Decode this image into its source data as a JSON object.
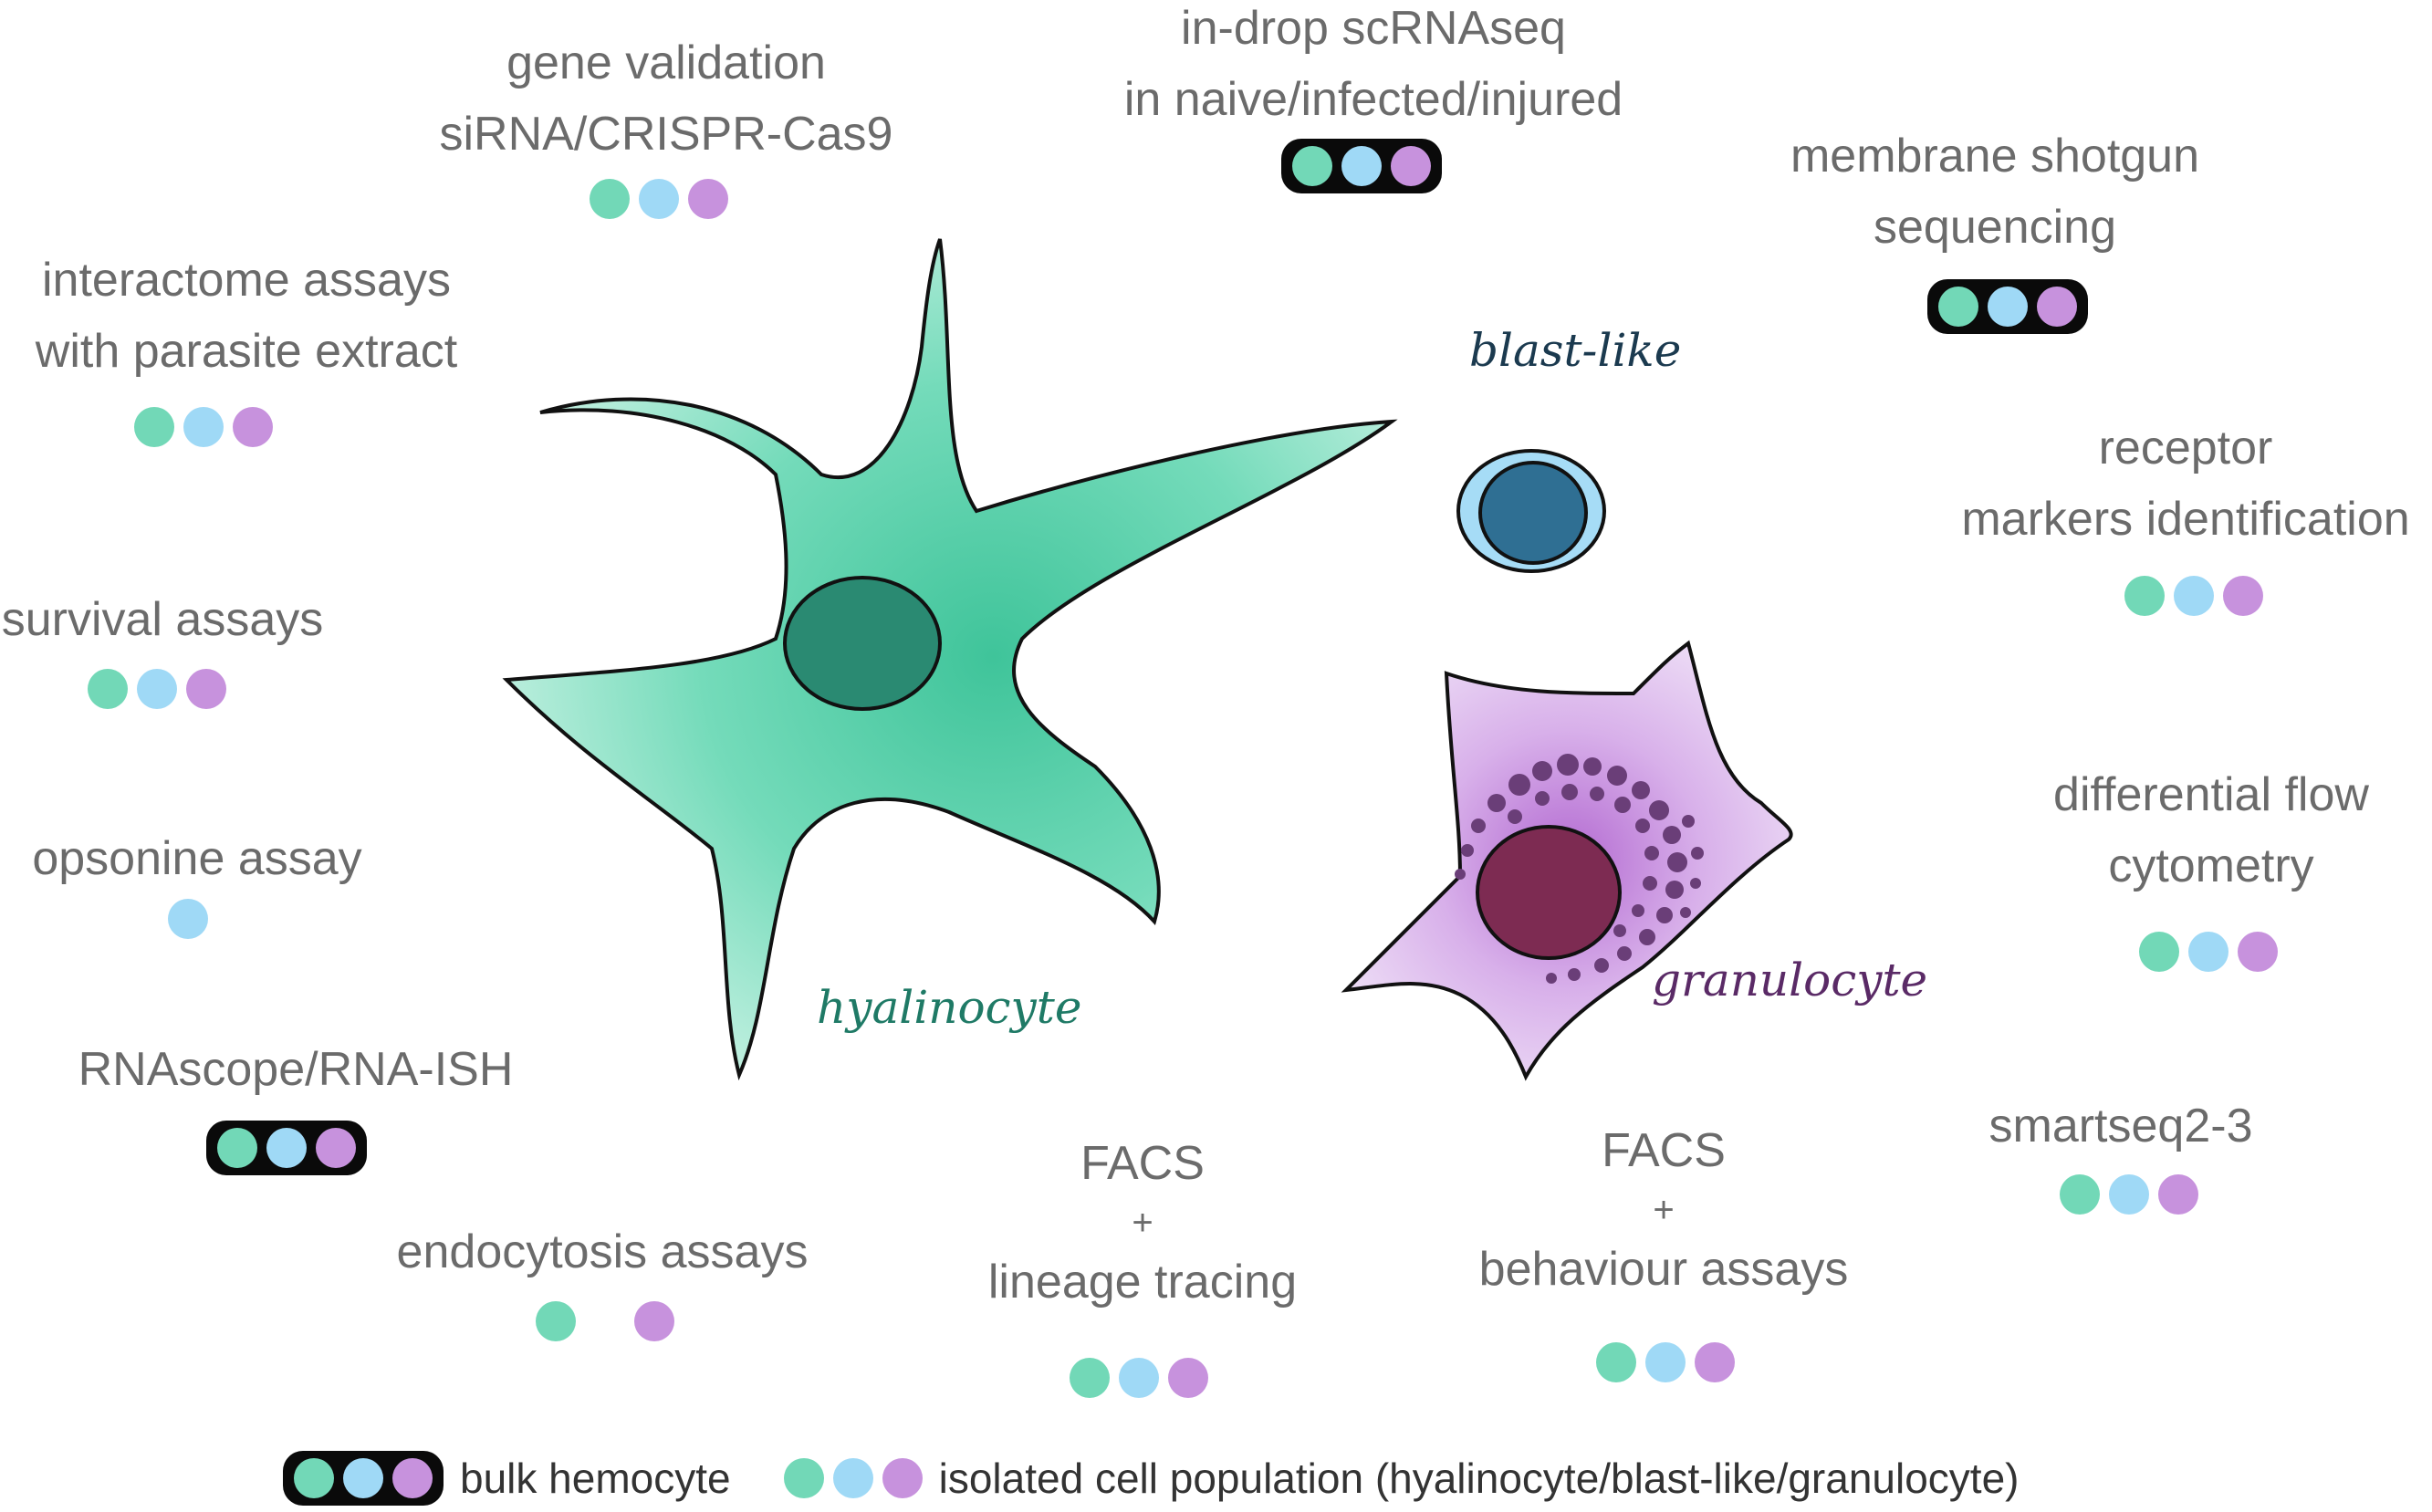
{
  "colors": {
    "hyalinocyte": "#72d8b7",
    "blast_like": "#9fd9f6",
    "granulocyte": "#c792dd",
    "bulk_bg": "#0a0a0a",
    "text": "#6b6b6b",
    "hyalinocyte_label": "#1f7a66",
    "blast_like_label": "#1b3a4f",
    "granulocyte_label": "#5a2a66"
  },
  "cells": {
    "hyalinocyte": "hyalinocyte",
    "blast_like": "blast-like",
    "granulocyte": "granulocyte"
  },
  "methods": {
    "gene_validation": {
      "line1": "gene validation",
      "line2": "siRNA/CRISPR-Cas9",
      "marker": "isolated"
    },
    "indrop": {
      "line1": "in-drop scRNAseq",
      "line2": "in naive/infected/injured",
      "marker": "bulk"
    },
    "membrane": {
      "line1": "membrane shotgun",
      "line2": "sequencing",
      "marker": "bulk"
    },
    "interactome": {
      "line1": "interactome assays",
      "line2": "with parasite extract",
      "marker": "isolated"
    },
    "receptor": {
      "line1": "receptor",
      "line2": "markers identification",
      "marker": "isolated"
    },
    "survival": {
      "line1": "survival assays",
      "marker": "isolated"
    },
    "opsonine": {
      "line1": "opsonine assay",
      "marker": "blast-like only"
    },
    "differential_flow": {
      "line1": "differential flow",
      "line2": "cytometry",
      "marker": "isolated"
    },
    "rnascope": {
      "line1": "RNAscope/RNA-ISH",
      "marker": "bulk"
    },
    "smartseq": {
      "line1": "smartseq2-3",
      "marker": "isolated"
    },
    "endocytosis": {
      "line1": "endocytosis assays",
      "marker": "hyalinocyte + granulocyte"
    },
    "facs_lineage": {
      "line1": "FACS",
      "plus": "+",
      "line2": "lineage tracing",
      "marker": "isolated"
    },
    "facs_behaviour": {
      "line1": "FACS",
      "plus": "+",
      "line2": "behaviour assays",
      "marker": "isolated"
    }
  },
  "legend": {
    "bulk": "bulk hemocyte",
    "isolated": "isolated cell population (hyalinocyte/blast-like/granulocyte)"
  }
}
